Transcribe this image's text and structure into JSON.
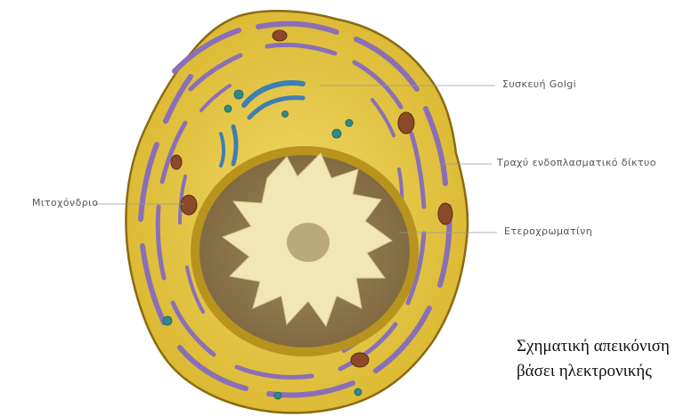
{
  "labels": {
    "golgi": "Συσκευή Golgi",
    "rough_er": "Τραχύ ενδοπλασματικό δίκτυο",
    "mitochondrion": "Μιτοχόνδριο",
    "heterochromatin": "Ετεροχρωματίνη"
  },
  "caption": {
    "line1": "Σχηματική απεικόνιση",
    "line2": "βάσει ηλεκτρονικής"
  },
  "colors": {
    "cytoplasm": "#e3c23a",
    "membrane_outline": "#8a6a10",
    "er_cisternae": "#8a6fb8",
    "nucleus_envelope": "#b8941f",
    "nucleoplasm": "#8c7448",
    "euchromatin": "#f1e6b6",
    "golgi": "#3d7fb5",
    "vesicle_green": "#2e8a8a",
    "mitochondria": "#8a4a2a",
    "leader_line": "#999999"
  }
}
